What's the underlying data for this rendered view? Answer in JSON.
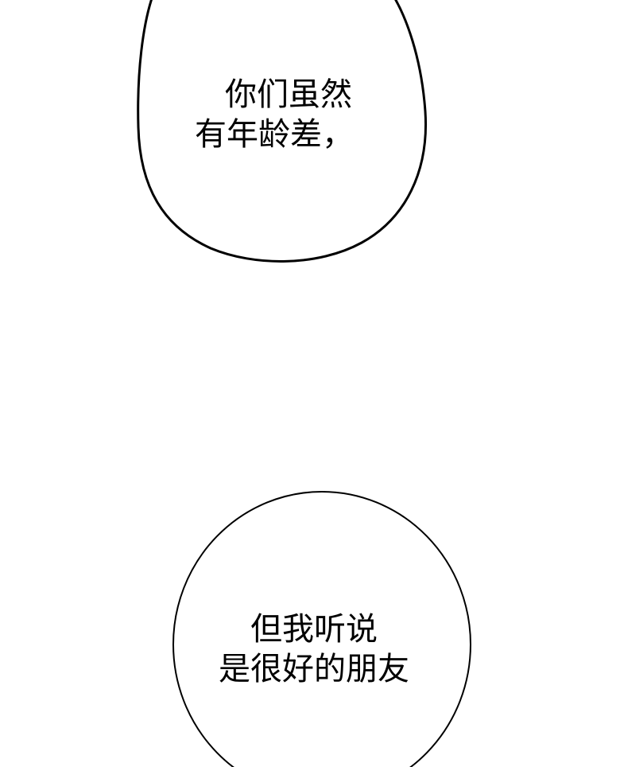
{
  "panel": {
    "background_color": "#ffffff",
    "stroke_color": "#000000"
  },
  "bubbles": [
    {
      "lines": [
        "你们虽然",
        "有年龄差，"
      ]
    },
    {
      "lines": [
        "但我听说",
        "是很好的朋友"
      ]
    }
  ]
}
